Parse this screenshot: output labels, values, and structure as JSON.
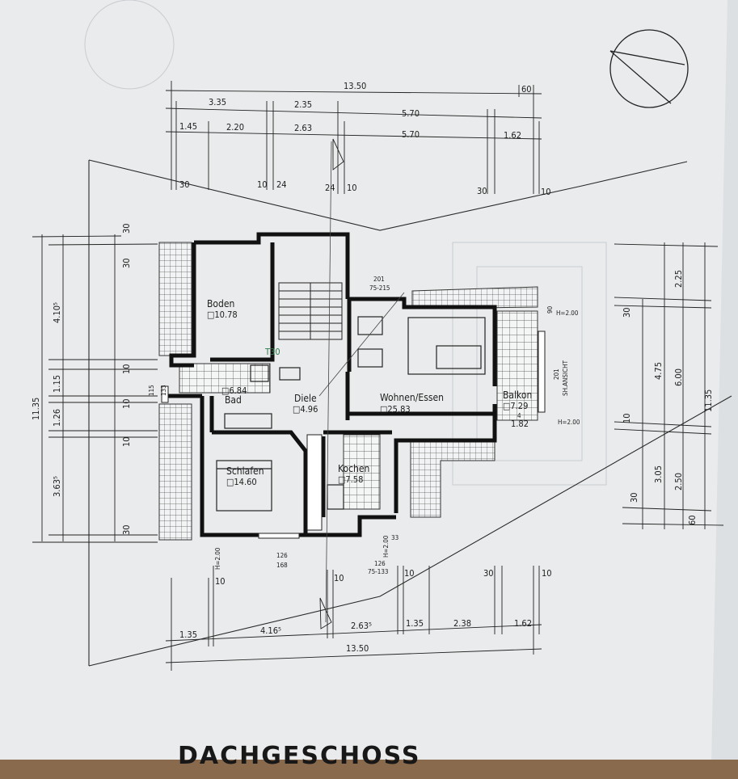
{
  "title": "DACHGESCHOSS",
  "rooms": [
    {
      "id": "boden",
      "name": "Boden",
      "area": "□10.78"
    },
    {
      "id": "bad",
      "name": "Bad",
      "area": "□6.84"
    },
    {
      "id": "diele",
      "name": "Diele",
      "area": "□4.96"
    },
    {
      "id": "wohnen",
      "name": "Wohnen/Essen",
      "area": "□25.83"
    },
    {
      "id": "balkon",
      "name": "Balkon",
      "area": "□7.29",
      "area_sub": "1.82"
    },
    {
      "id": "schlafen",
      "name": "Schlafen",
      "area": "□14.60"
    },
    {
      "id": "kochen",
      "name": "Kochen",
      "area": "□7.58"
    }
  ],
  "annotations": {
    "door_rating": "T30",
    "opening_top": "201",
    "opening_top_sub": "75-215",
    "window_left": "115",
    "window_left_sub": "133",
    "window_bottom": "126",
    "window_bottom_sub": "168",
    "window_bottom2": "126",
    "window_bottom2_sub": "75-133",
    "h200_a": "H=2.00",
    "h200_b": "H=2.00",
    "h200_c": "H=2.00",
    "h200_d": "H=2.00",
    "balcony_side": "201",
    "balcony_view": "SH.ANSICHT",
    "bal_90": "90",
    "bal_4": "4",
    "small_33": "33"
  },
  "dims_top": {
    "total": "13.50",
    "right_60": "60",
    "r2": [
      "3.35",
      "2.35",
      "5.70"
    ],
    "r3": [
      "1.45",
      "2.20",
      "2.63",
      "5.70",
      "1.62"
    ],
    "r4": [
      "30",
      "10",
      "24",
      "24",
      "10",
      "30",
      "10"
    ]
  },
  "dims_bottom": {
    "total": "13.50",
    "r1": [
      "1.35",
      "4.16⁵",
      "2.63⁵",
      "1.35",
      "2.38",
      "1.62"
    ],
    "r2": [
      "10",
      "10",
      "10",
      "30",
      "10"
    ]
  },
  "dims_left": {
    "total": "11.35",
    "segs": [
      "4.10⁵",
      "1.15",
      "1.26",
      "3.63⁵"
    ],
    "inner": [
      "30",
      "30",
      "10",
      "10",
      "10",
      "30"
    ]
  },
  "dims_right": {
    "total": "11.35",
    "outer": [
      "2.25",
      "6.00",
      "2.50"
    ],
    "mid": [
      "4.75",
      "3.05"
    ],
    "inner": [
      "30",
      "10",
      "30",
      "60"
    ]
  }
}
